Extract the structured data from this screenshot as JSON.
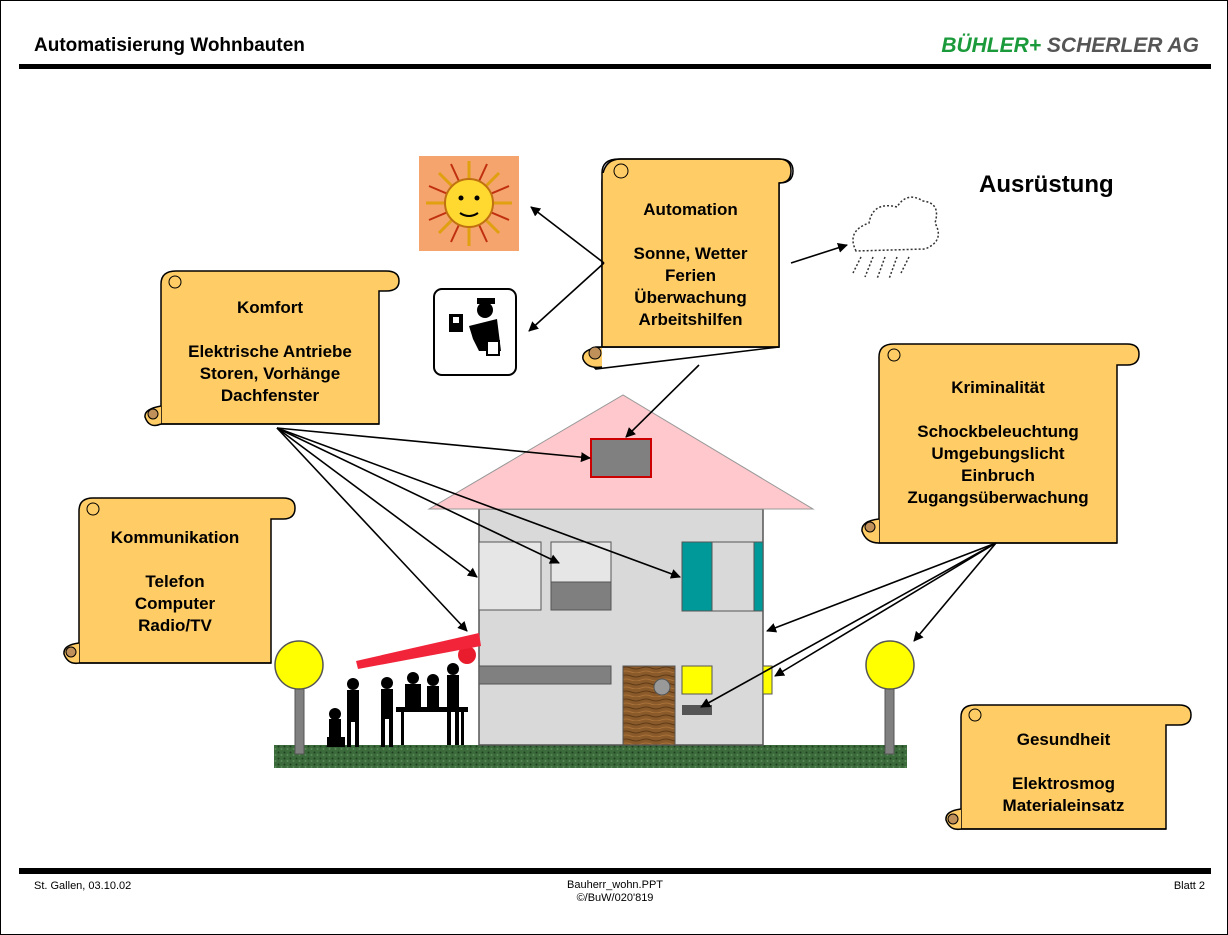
{
  "header": {
    "title": "Automatisierung Wohnbauten",
    "brand_part1": "BÜHLER",
    "brand_plus": "+",
    "brand_part2": "SCHERLER AG"
  },
  "section_title": "Ausrüstung",
  "scrolls": {
    "automation": {
      "title": "Automation",
      "lines": [
        "Sonne, Wetter",
        "Ferien",
        "Überwachung",
        "Arbeitshilfen"
      ]
    },
    "komfort": {
      "title": "Komfort",
      "lines": [
        "Elektrische Antriebe",
        "Storen, Vorhänge",
        "Dachfenster"
      ]
    },
    "kriminalitaet": {
      "title": "Kriminalität",
      "lines": [
        "Schockbeleuchtung",
        "Umgebungslicht",
        "Einbruch",
        "Zugangsüberwachung"
      ]
    },
    "kommunikation": {
      "title": "Kommunikation",
      "lines": [
        "Telefon",
        "Computer",
        "Radio/TV"
      ]
    },
    "gesundheit": {
      "title": "Gesundheit",
      "lines": [
        "Elektrosmog",
        "Materialeinsatz"
      ]
    }
  },
  "footer": {
    "location_date": "St. Gallen, 03.10.02",
    "filename": "Bauherr_wohn.PPT",
    "copyright": "©/BuW/020'819",
    "page": "Blatt 2"
  },
  "colors": {
    "scroll_fill": "#ffcc66",
    "roof": "#ffc8cc",
    "wall": "#d9d9d9",
    "shutter": "#009999",
    "lamp": "#ffff00",
    "ground": "#2e5a2e",
    "brand_green": "#1a9a3a"
  }
}
